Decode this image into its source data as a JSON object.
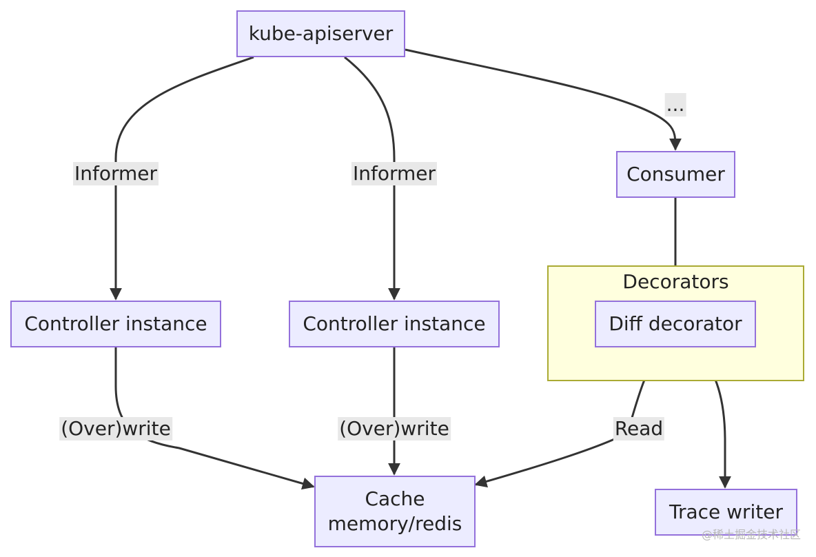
{
  "nodes": {
    "apiserver": "kube-apiserver",
    "consumer": "Consumer",
    "controller_left": "Controller instance",
    "controller_mid": "Controller instance",
    "diff_decorator": "Diff decorator",
    "cache_line1": "Cache",
    "cache_line2": "memory/redis",
    "trace_writer": "Trace writer"
  },
  "cluster": {
    "title": "Decorators"
  },
  "edge_labels": {
    "informer_left": "Informer",
    "informer_mid": "Informer",
    "ellipsis": "...",
    "overwrite_left": "(Over)write",
    "overwrite_mid": "(Over)write",
    "read": "Read"
  },
  "watermark": "@稀土掘金技术社区",
  "colors": {
    "node_fill": "#ececff",
    "node_border": "#9370db",
    "cluster_fill": "#ffffde",
    "cluster_border": "#aaaa33",
    "edge": "#333333",
    "label_bg": "#e8e8e8"
  }
}
